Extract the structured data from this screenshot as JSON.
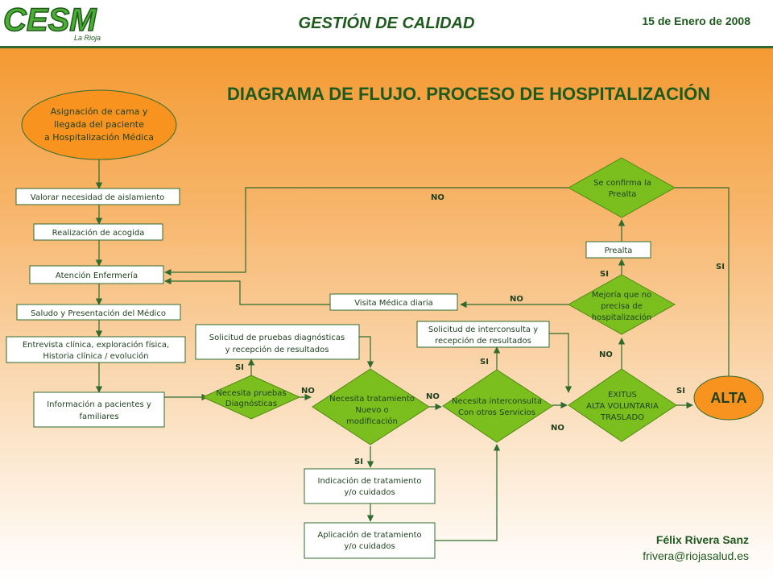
{
  "header": {
    "logo_text": "CESM",
    "logo_subtitle": "La Rioja",
    "title": "GESTIÓN DE CALIDAD",
    "date": "15 de Enero de 2008"
  },
  "diagram": {
    "title": "DIAGRAMA DE FLUJO. PROCESO DE HOSPITALIZACIÓN",
    "nodes": {
      "asignacion": [
        "Asignación  de cama y",
        "llegada del paciente",
        "a Hospitalización  Médica"
      ],
      "valorar": [
        "Valorar necesidad de aislamiento"
      ],
      "acogida": [
        "Realización de acogida"
      ],
      "enfermeria": [
        "Atención Enfermería"
      ],
      "saludo": [
        "Saludo y Presentación del Médico"
      ],
      "entrevista": [
        "Entrevista clínica, exploración física,",
        "Historia clínica / evolución"
      ],
      "informacion": [
        "Información a pacientes y",
        "familiares"
      ],
      "solicitud_pruebas": [
        "Solicitud de pruebas diagnósticas",
        "y recepción de resultados"
      ],
      "necesita_pruebas": [
        "Necesita pruebas",
        "Diagnósticas"
      ],
      "necesita_tratamiento": [
        "Necesita tratamiento",
        "Nuevo o",
        "modificación"
      ],
      "indicacion": [
        "Indicación de tratamiento",
        "y/o cuidados"
      ],
      "aplicacion": [
        "Aplicación de tratamiento",
        "y/o cuidados"
      ],
      "solicitud_interconsulta": [
        "Solicitud de interconsulta y",
        "recepción de resultados"
      ],
      "necesita_interconsulta": [
        "Necesita interconsulta",
        "Con otros Servicios"
      ],
      "exitus": [
        "EXITUS",
        "ALTA VOLUNTARIA",
        "TRASLADO"
      ],
      "visita": [
        "Visita Médica diaria"
      ],
      "mejoria": [
        "Mejoría que no",
        "precisa de",
        "hospitalización"
      ],
      "prealta": [
        "Prealta"
      ],
      "confirma": [
        "Se confirma la",
        "Prealta"
      ],
      "alta": [
        "ALTA"
      ]
    },
    "edge_labels": {
      "pruebas_si": "SI",
      "pruebas_no": "NO",
      "tratamiento_si": "SI",
      "tratamiento_no": "NO",
      "interconsulta_si": "SI",
      "interconsulta_no": "NO",
      "exitus_si": "SI",
      "exitus_no": "NO",
      "mejoria_si": "SI",
      "mejoria_no": "NO",
      "confirma_si": "SI",
      "confirma_no": "NO"
    }
  },
  "footer": {
    "author": "Félix Rivera Sanz",
    "email": "frivera@riojasalud.es"
  },
  "colors": {
    "accent_green": "#1e5a1e",
    "diamond_green": "#7bbf1e",
    "oval_orange": "#f7931e"
  }
}
